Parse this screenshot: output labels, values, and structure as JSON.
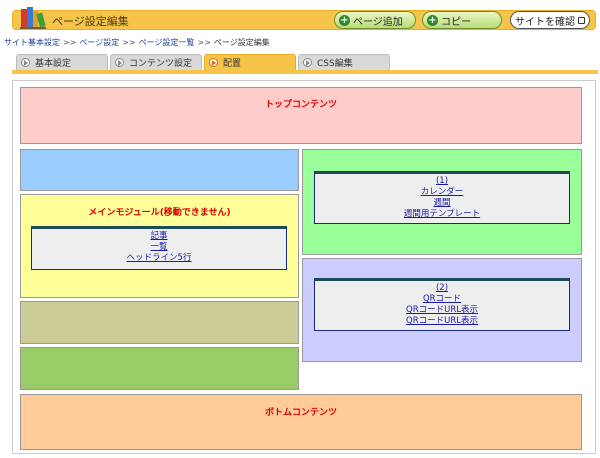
{
  "header": {
    "title": "ページ設定編集",
    "add_page_label": "ページ追加",
    "copy_label": "コピー",
    "view_site_label": "サイトを確認"
  },
  "breadcrumb": [
    "サイト基本設定",
    "ページ設定",
    "ページ設定一覧",
    "ページ設定編集"
  ],
  "tabs": [
    {
      "label": "基本設定",
      "active": false
    },
    {
      "label": "コンテンツ設定",
      "active": false
    },
    {
      "label": "配置",
      "active": true
    },
    {
      "label": "CSS編集",
      "active": false
    }
  ],
  "layout": {
    "top_title": "トップコンテンツ",
    "bottom_title": "ボトムコンテンツ",
    "main_title": "メインモジュール(移動できません)",
    "main_module_links": [
      "記事",
      "一覧",
      "ヘッドライン5行"
    ],
    "right_module_1": {
      "number": "(1)",
      "links": [
        "カレンダー",
        "週間",
        "週間用テンプレート"
      ]
    },
    "right_module_2": {
      "number": "(2)",
      "links": [
        "QRコード",
        "QRコードURL表示",
        "QRコードURL表示"
      ]
    }
  },
  "colors": {
    "accent": "#f7c44a",
    "top_zone": "#ffcccc",
    "bottom_zone": "#ffcc99",
    "main_zone": "#ffff99",
    "right_zone_1": "#99ff99",
    "right_zone_2": "#ccccff"
  }
}
